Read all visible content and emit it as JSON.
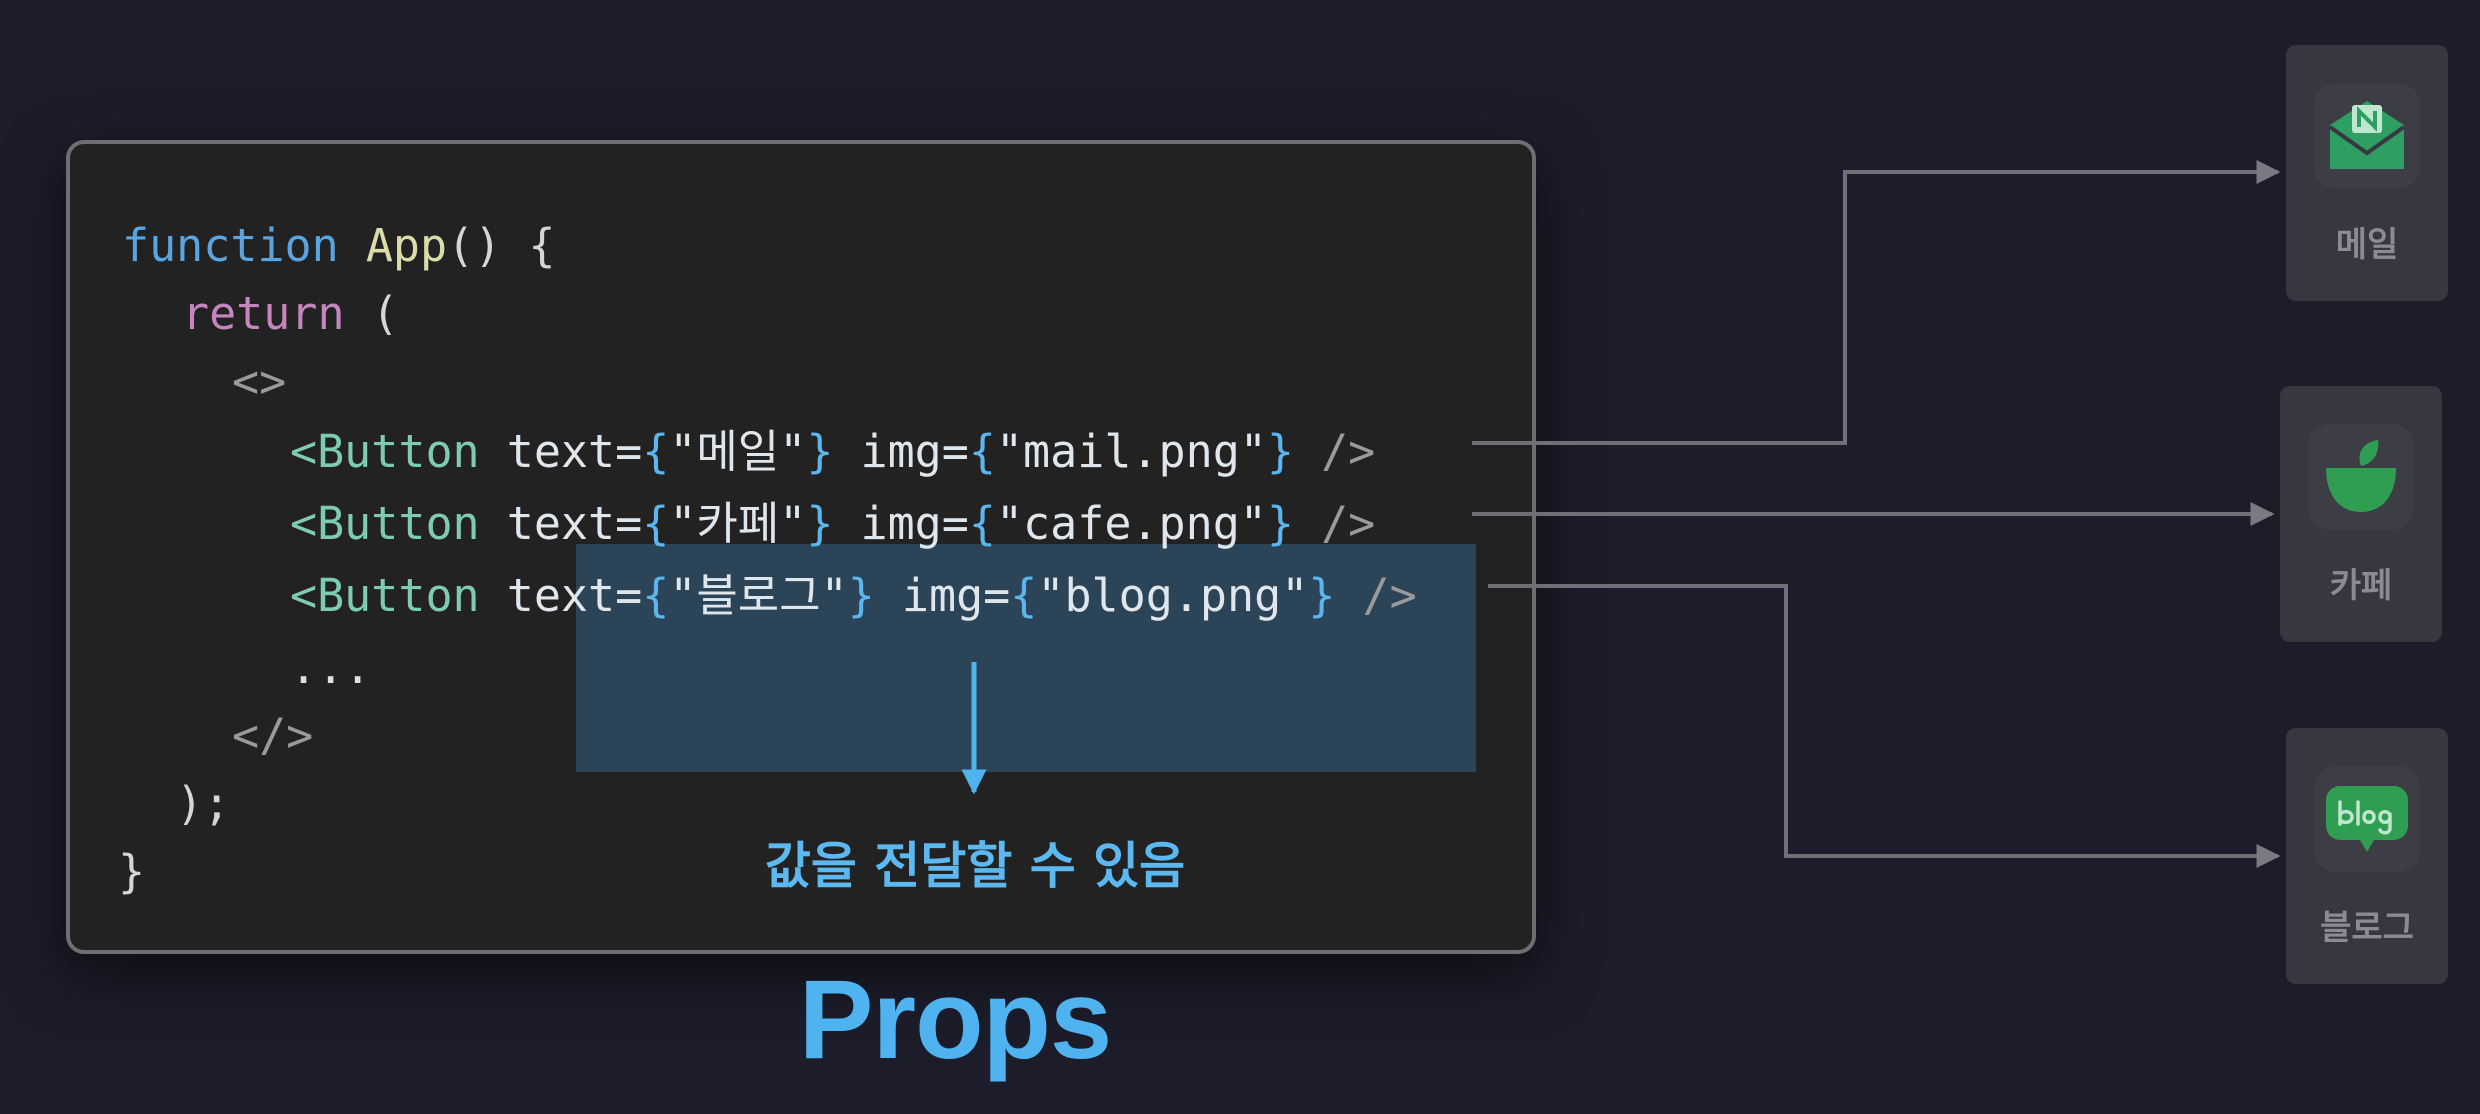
{
  "code": {
    "line1": {
      "keyword": "function",
      "name": "App",
      "rest": "() {"
    },
    "line2": {
      "keyword": "return",
      "rest": " ("
    },
    "line3": "<>",
    "buttons": [
      {
        "open": "<Button",
        "attr1": "text=",
        "value1": "\"메일\"",
        "attr2": "img=",
        "value2": "\"mail.png\"",
        "close": "/>"
      },
      {
        "open": "<Button",
        "attr1": "text=",
        "value1": "\"카페\"",
        "attr2": "img=",
        "value2": "\"cafe.png\"",
        "close": "/>"
      },
      {
        "open": "<Button",
        "attr1": "text=",
        "value1": "\"블로그\"",
        "attr2": "img=",
        "value2": "\"blog.png\"",
        "close": "/>"
      }
    ],
    "ellipsis": "...",
    "fragment_close": "</>",
    "paren_close": ");",
    "brace_close": "}"
  },
  "caption": "값을 전달할 수 있음",
  "title": "Props",
  "cards": [
    {
      "label": "메일",
      "icon": "mail-envelope-icon",
      "color": "#2f9e62"
    },
    {
      "label": "카페",
      "icon": "cafe-cup-icon",
      "color": "#2f9e52"
    },
    {
      "label": "블로그",
      "icon": "blog-bubble-icon",
      "color": "#2f9e52"
    }
  ],
  "colors": {
    "accent": "#4fb3f0",
    "background": "#1c1c2b",
    "code_bg": "#222222",
    "highlight": "#2c4457"
  }
}
